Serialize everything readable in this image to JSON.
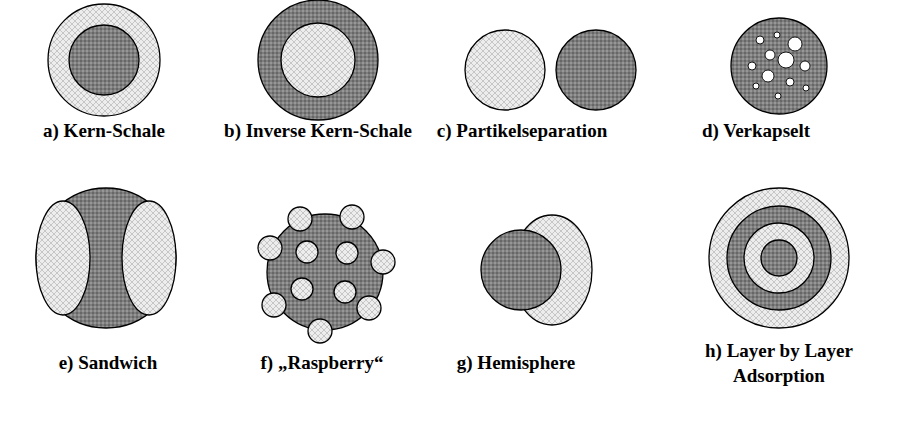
{
  "diagram": {
    "labels": [
      "a) Kern-Schale",
      "b) Inverse Kern-Schale",
      "c) Partikelseparation",
      "d) Verkapselt",
      "e) Sandwich",
      "f) „Raspberry“",
      "g) Hemisphere",
      "h) Layer by Layer Adsorption"
    ]
  }
}
